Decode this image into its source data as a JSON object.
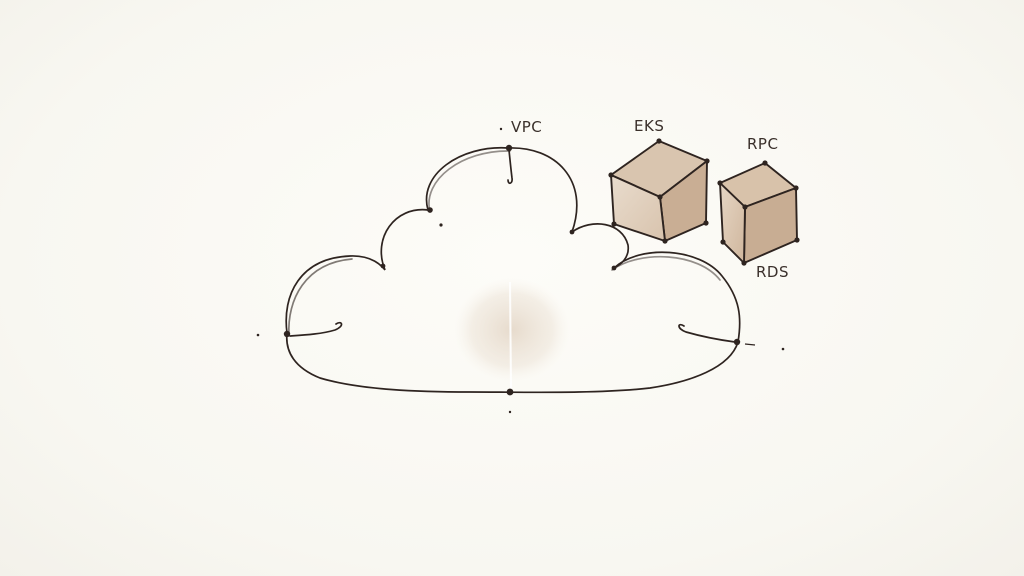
{
  "labels": {
    "vpc": "VPC",
    "eks": "EKS",
    "rpc": "RPC",
    "rds": "RDS"
  },
  "colors": {
    "ink": "#2e2420",
    "cube_front": "#e3d3c1",
    "cube_side": "#cdb39b",
    "cube_top": "#d7c2ab",
    "wash": "#e8dccd"
  }
}
